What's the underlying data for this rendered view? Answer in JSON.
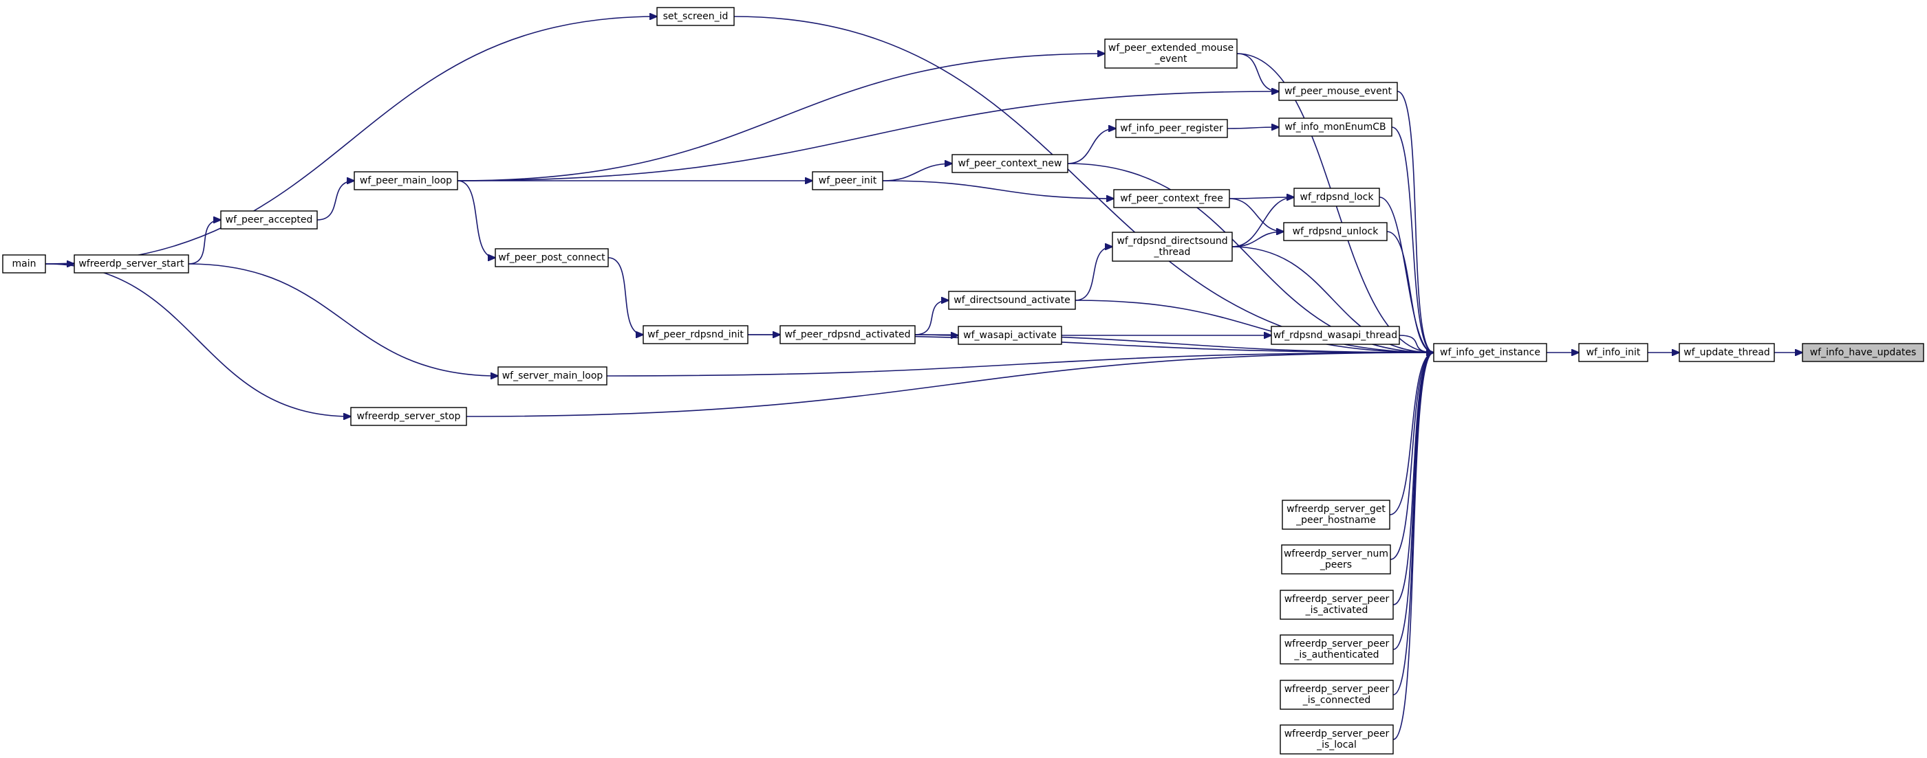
{
  "diagram": {
    "type": "call-graph",
    "colors": {
      "edge": "#191970",
      "node_border": "#000000",
      "node_fill": "#ffffff",
      "focus_fill": "#bfbfbf"
    },
    "nodes": [
      {
        "id": "wf_info_have_updates",
        "lines": [
          "wf_info_have_updates"
        ],
        "focus": true
      },
      {
        "id": "wf_update_thread",
        "lines": [
          "wf_update_thread"
        ]
      },
      {
        "id": "wf_info_init",
        "lines": [
          "wf_info_init"
        ]
      },
      {
        "id": "wf_info_get_instance",
        "lines": [
          "wf_info_get_instance"
        ]
      },
      {
        "id": "set_screen_id",
        "lines": [
          "set_screen_id"
        ]
      },
      {
        "id": "wf_peer_extended_mouse_event",
        "lines": [
          "wf_peer_extended_mouse",
          "_event"
        ]
      },
      {
        "id": "wf_peer_mouse_event",
        "lines": [
          "wf_peer_mouse_event"
        ]
      },
      {
        "id": "wf_info_monEnumCB",
        "lines": [
          "wf_info_monEnumCB"
        ]
      },
      {
        "id": "wf_info_peer_register",
        "lines": [
          "wf_info_peer_register"
        ]
      },
      {
        "id": "wf_peer_context_new",
        "lines": [
          "wf_peer_context_new"
        ]
      },
      {
        "id": "wf_rdpsnd_lock",
        "lines": [
          "wf_rdpsnd_lock"
        ]
      },
      {
        "id": "wf_peer_context_free",
        "lines": [
          "wf_peer_context_free"
        ]
      },
      {
        "id": "wf_rdpsnd_unlock",
        "lines": [
          "wf_rdpsnd_unlock"
        ]
      },
      {
        "id": "wf_rdpsnd_directsound_thread",
        "lines": [
          "wf_rdpsnd_directsound",
          "_thread"
        ]
      },
      {
        "id": "wf_directsound_activate",
        "lines": [
          "wf_directsound_activate"
        ]
      },
      {
        "id": "wf_rdpsnd_wasapi_thread",
        "lines": [
          "wf_rdpsnd_wasapi_thread"
        ]
      },
      {
        "id": "wf_wasapi_activate",
        "lines": [
          "wf_wasapi_activate"
        ]
      },
      {
        "id": "wf_peer_rdpsnd_activated",
        "lines": [
          "wf_peer_rdpsnd_activated"
        ]
      },
      {
        "id": "wf_peer_rdpsnd_init",
        "lines": [
          "wf_peer_rdpsnd_init"
        ]
      },
      {
        "id": "wf_peer_post_connect",
        "lines": [
          "wf_peer_post_connect"
        ]
      },
      {
        "id": "wf_peer_init",
        "lines": [
          "wf_peer_init"
        ]
      },
      {
        "id": "wf_peer_main_loop",
        "lines": [
          "wf_peer_main_loop"
        ]
      },
      {
        "id": "wf_peer_accepted",
        "lines": [
          "wf_peer_accepted"
        ]
      },
      {
        "id": "wfreerdp_server_start",
        "lines": [
          "wfreerdp_server_start"
        ]
      },
      {
        "id": "main",
        "lines": [
          "main"
        ]
      },
      {
        "id": "wf_server_main_loop",
        "lines": [
          "wf_server_main_loop"
        ]
      },
      {
        "id": "wfreerdp_server_stop",
        "lines": [
          "wfreerdp_server_stop"
        ]
      },
      {
        "id": "wfreerdp_server_get_peer_hostname",
        "lines": [
          "wfreerdp_server_get",
          "_peer_hostname"
        ]
      },
      {
        "id": "wfreerdp_server_num_peers",
        "lines": [
          "wfreerdp_server_num",
          "_peers"
        ]
      },
      {
        "id": "wfreerdp_server_peer_is_activated",
        "lines": [
          "wfreerdp_server_peer",
          "_is_activated"
        ]
      },
      {
        "id": "wfreerdp_server_peer_is_authenticated",
        "lines": [
          "wfreerdp_server_peer",
          "_is_authenticated"
        ]
      },
      {
        "id": "wfreerdp_server_peer_is_connected",
        "lines": [
          "wfreerdp_server_peer",
          "_is_connected"
        ]
      },
      {
        "id": "wfreerdp_server_peer_is_local",
        "lines": [
          "wfreerdp_server_peer",
          "_is_local"
        ]
      }
    ],
    "edges": [
      {
        "from": "wf_update_thread",
        "to": "wf_info_have_updates"
      },
      {
        "from": "wf_info_init",
        "to": "wf_update_thread"
      },
      {
        "from": "wf_info_get_instance",
        "to": "wf_info_init"
      },
      {
        "from": "set_screen_id",
        "to": "wf_info_get_instance"
      },
      {
        "from": "wf_peer_extended_mouse_event",
        "to": "wf_info_get_instance"
      },
      {
        "from": "wf_peer_mouse_event",
        "to": "wf_info_get_instance"
      },
      {
        "from": "wf_info_monEnumCB",
        "to": "wf_info_get_instance"
      },
      {
        "from": "wf_peer_context_new",
        "to": "wf_info_get_instance"
      },
      {
        "from": "wf_rdpsnd_lock",
        "to": "wf_info_get_instance"
      },
      {
        "from": "wf_rdpsnd_unlock",
        "to": "wf_info_get_instance"
      },
      {
        "from": "wf_rdpsnd_directsound_thread",
        "to": "wf_info_get_instance"
      },
      {
        "from": "wf_directsound_activate",
        "to": "wf_info_get_instance"
      },
      {
        "from": "wf_rdpsnd_wasapi_thread",
        "to": "wf_info_get_instance"
      },
      {
        "from": "wf_peer_rdpsnd_activated",
        "to": "wf_info_get_instance"
      },
      {
        "from": "wf_peer_rdpsnd_init",
        "to": "wf_info_get_instance"
      },
      {
        "from": "wf_server_main_loop",
        "to": "wf_info_get_instance"
      },
      {
        "from": "wfreerdp_server_stop",
        "to": "wf_info_get_instance"
      },
      {
        "from": "wfreerdp_server_get_peer_hostname",
        "to": "wf_info_get_instance"
      },
      {
        "from": "wfreerdp_server_num_peers",
        "to": "wf_info_get_instance"
      },
      {
        "from": "wfreerdp_server_peer_is_activated",
        "to": "wf_info_get_instance"
      },
      {
        "from": "wfreerdp_server_peer_is_authenticated",
        "to": "wf_info_get_instance"
      },
      {
        "from": "wfreerdp_server_peer_is_connected",
        "to": "wf_info_get_instance"
      },
      {
        "from": "wfreerdp_server_peer_is_local",
        "to": "wf_info_get_instance"
      },
      {
        "from": "main",
        "to": "set_screen_id"
      },
      {
        "from": "wf_peer_main_loop",
        "to": "wf_peer_extended_mouse_event"
      },
      {
        "from": "wf_peer_extended_mouse_event",
        "to": "wf_peer_mouse_event"
      },
      {
        "from": "wf_peer_main_loop",
        "to": "wf_peer_mouse_event"
      },
      {
        "from": "wf_info_peer_register",
        "to": "wf_info_monEnumCB"
      },
      {
        "from": "wf_peer_context_new",
        "to": "wf_info_peer_register"
      },
      {
        "from": "wf_peer_init",
        "to": "wf_peer_context_new"
      },
      {
        "from": "wf_peer_init",
        "to": "wf_peer_context_free"
      },
      {
        "from": "wf_peer_main_loop",
        "to": "wf_peer_init"
      },
      {
        "from": "wf_peer_context_free",
        "to": "wf_rdpsnd_lock"
      },
      {
        "from": "wf_rdpsnd_directsound_thread",
        "to": "wf_rdpsnd_lock"
      },
      {
        "from": "wf_peer_context_free",
        "to": "wf_rdpsnd_unlock"
      },
      {
        "from": "wf_rdpsnd_directsound_thread",
        "to": "wf_rdpsnd_unlock"
      },
      {
        "from": "wf_directsound_activate",
        "to": "wf_rdpsnd_directsound_thread"
      },
      {
        "from": "wf_peer_rdpsnd_activated",
        "to": "wf_directsound_activate"
      },
      {
        "from": "wf_wasapi_activate",
        "to": "wf_rdpsnd_wasapi_thread"
      },
      {
        "from": "wf_peer_rdpsnd_activated",
        "to": "wf_wasapi_activate"
      },
      {
        "from": "wf_peer_rdpsnd_init",
        "to": "wf_peer_rdpsnd_activated"
      },
      {
        "from": "wf_peer_post_connect",
        "to": "wf_peer_rdpsnd_init"
      },
      {
        "from": "wf_peer_main_loop",
        "to": "wf_peer_post_connect"
      },
      {
        "from": "wf_peer_accepted",
        "to": "wf_peer_main_loop"
      },
      {
        "from": "wfreerdp_server_start",
        "to": "wf_peer_accepted"
      },
      {
        "from": "main",
        "to": "wfreerdp_server_start"
      },
      {
        "from": "wfreerdp_server_start",
        "to": "wf_server_main_loop"
      },
      {
        "from": "main",
        "to": "wfreerdp_server_stop"
      }
    ]
  }
}
